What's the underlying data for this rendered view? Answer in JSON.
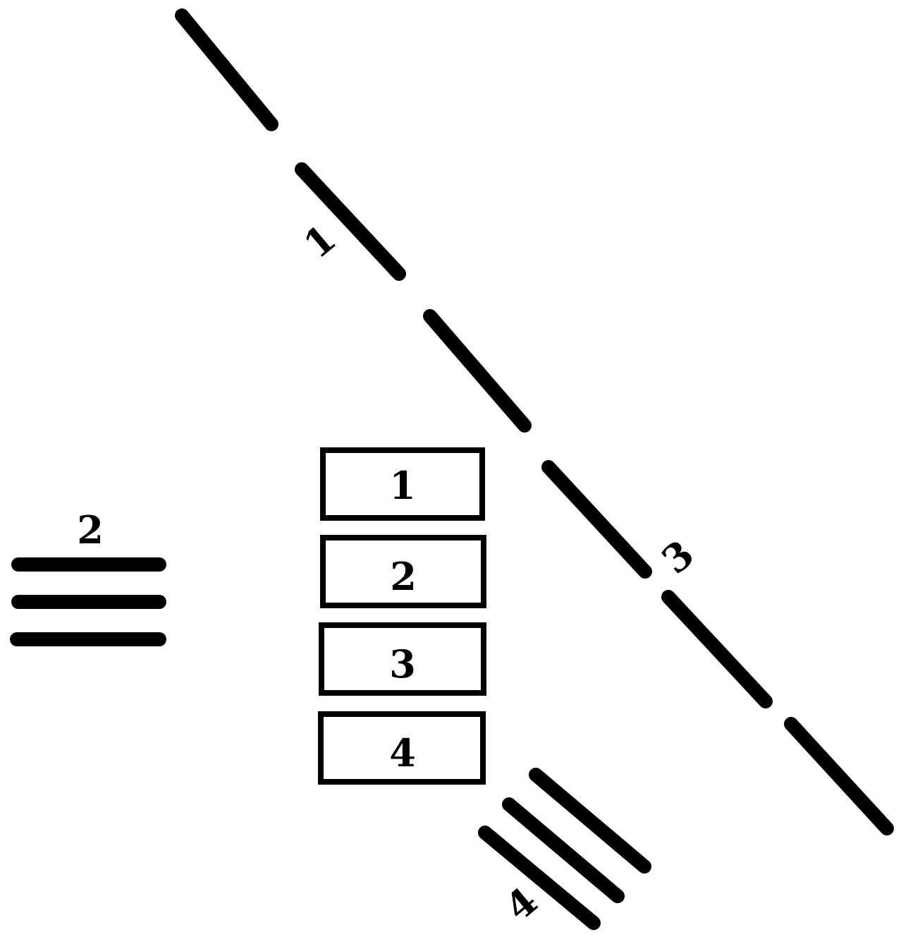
{
  "labels": {
    "diagonal_line": "1",
    "horizontal_lines": "2",
    "dashed_diagonal": "3",
    "slanted_lines": "4"
  },
  "stack_boxes": [
    "1",
    "2",
    "3",
    "4"
  ]
}
